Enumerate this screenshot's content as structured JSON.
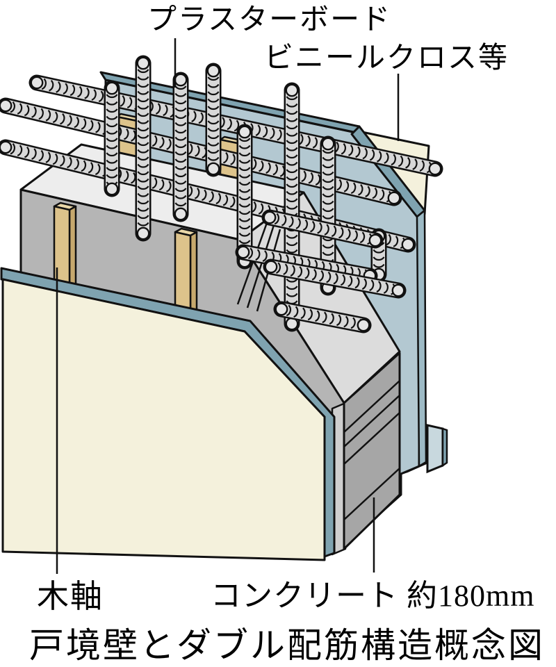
{
  "diagram": {
    "caption": "戸境壁とダブル配筋構造概念図",
    "labels": {
      "plasterboard": "プラスターボード",
      "vinyl_cloth": "ビニールクロス等",
      "wood_frame": "木軸",
      "concrete": "コンクリート 約180mm"
    },
    "colors": {
      "background": "#ffffff",
      "text": "#000000",
      "outline": "#111111",
      "panel_blue": "#b3c8d1",
      "panel_blue_dark": "#7fa3b0",
      "panel_blue_mid": "#9dbac5",
      "panel_blue_light": "#c8d8de",
      "cream": "#f4f1dc",
      "concrete_top": "#ededed",
      "concrete_cut": "#dcdcdc",
      "concrete_front": "#b5b5b5",
      "concrete_slab": "#a6a6a6",
      "concrete_edge_strip": "#cfcfcf",
      "wood_face": "#ddc38b",
      "wood_side": "#c6a86d",
      "wood_top": "#e9d7a8",
      "rebar_fill": "#d8d8d8",
      "rebar_cap": "#e4e4e4"
    }
  }
}
